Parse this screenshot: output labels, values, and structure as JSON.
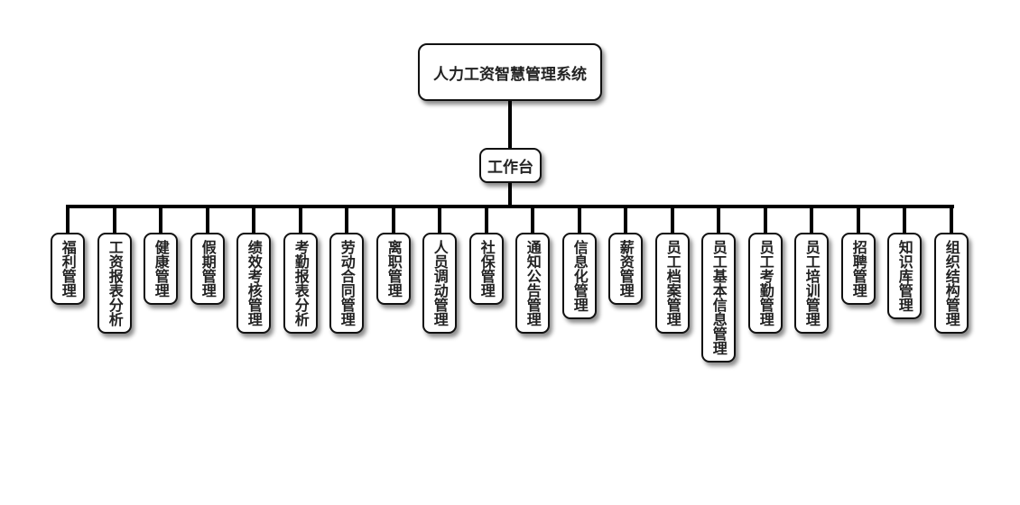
{
  "diagram": {
    "type": "org-tree",
    "root": {
      "label": "人力工资智慧管理系统"
    },
    "hub": {
      "label": "工作台"
    },
    "modules": [
      {
        "label": "福利管理"
      },
      {
        "label": "工资报表分析"
      },
      {
        "label": "健康管理"
      },
      {
        "label": "假期管理"
      },
      {
        "label": "绩效考核管理"
      },
      {
        "label": "考勤报表分析"
      },
      {
        "label": "劳动合同管理"
      },
      {
        "label": "离职管理"
      },
      {
        "label": "人员调动管理"
      },
      {
        "label": "社保管理"
      },
      {
        "label": "通知公告管理"
      },
      {
        "label": "信息化管理"
      },
      {
        "label": "薪资管理"
      },
      {
        "label": "员工档案管理"
      },
      {
        "label": "员工基本信息管理"
      },
      {
        "label": "员工考勤管理"
      },
      {
        "label": "员工培训管理"
      },
      {
        "label": "招聘管理"
      },
      {
        "label": "知识库管理"
      },
      {
        "label": "组织结构管理"
      }
    ],
    "colors": {
      "line": "#000000",
      "node_border": "#111111",
      "node_fill": "#ffffff",
      "text": "#222222"
    }
  }
}
